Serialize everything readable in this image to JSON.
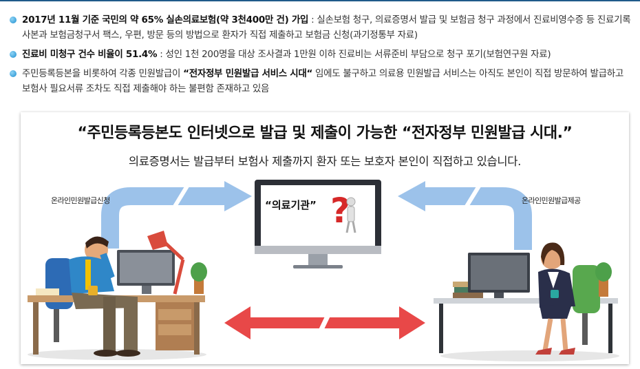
{
  "bullets": [
    {
      "bold": "2017년 11월 기준 국민의 약 65% 실손의료보험(약 3천400만 건) 가입",
      "rest": " : 실손보험 청구, 의료증명서 발급 및 보험금 청구 과정에서 진료비영수증 등 진료기록 사본과 보험금청구서 팩스, 우편, 방문 등의 방법으로 환자가 직접 제출하고 보험금 신청(과기정통부 자료)"
    },
    {
      "bold": "진료비 미청구 건수 비율이 51.4%",
      "rest": " : 성인 1천 200명을 대상 조사결과 1만원 이하 진료비는 서류준비 부담으로 청구 포기(보험연구원 자료)"
    },
    {
      "pre": "주민등록등본을 비롯하여 각종 민원발급이 ",
      "bold": "“전자정부 민원발급 서비스 시대“",
      "rest": " 임에도 불구하고 의료용 민원발급 서비스는 아직도 본인이 직접 방문하여  발급하고 보험사 필요서류 조차도 직접 제출해야 하는 불편함 존재하고 있음"
    }
  ],
  "illustration": {
    "headline": "“주민등록등본도 인터넷으로 발급 및 제출이 가능한 “전자정부 민원발급 시대.”",
    "subline": "의료증명서는 발급부터 보험사 제출까지 환자 또는 보호자 본인이 직접하고 있습니다.",
    "label_left": "온라인민원발급신청",
    "label_right": "온라인민원발급제공",
    "monitor_label": "“의료기관”"
  },
  "colors": {
    "bullet_dot": "#1d8ed0",
    "arrow_blue": "#8fb8e6",
    "arrow_red": "#e84848",
    "slash": "#ffffff"
  }
}
